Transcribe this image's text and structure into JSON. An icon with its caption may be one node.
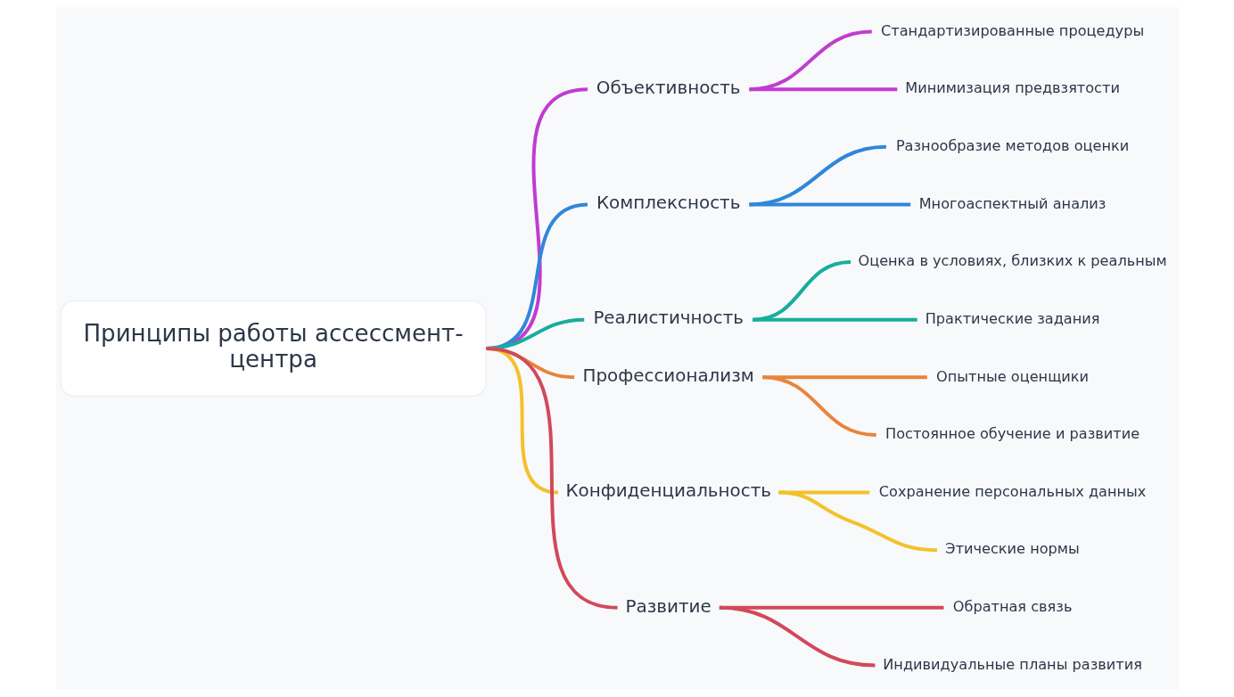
{
  "diagram": {
    "nodes": [
      {
        "text": [
          "Принципы работы ассессмент-центра"
        ]
      },
      {
        "text": [
          "Объективность"
        ]
      },
      {
        "text": [
          "Стандартизированные процедуры"
        ]
      },
      {
        "text": [
          "Минимизация предвзятости"
        ]
      },
      {
        "text": [
          "Комплексность"
        ]
      },
      {
        "text": [
          "Разнообразие методов оценки"
        ]
      },
      {
        "text": [
          "Многоаспектный анализ"
        ]
      },
      {
        "text": [
          "Реалистичность"
        ]
      },
      {
        "text": [
          "Оценка в условиях, близких к реальным"
        ]
      },
      {
        "text": [
          "Практические задания"
        ]
      },
      {
        "text": [
          "Профессионализм"
        ]
      },
      {
        "text": [
          "Опытные оценщики"
        ]
      },
      {
        "text": [
          "Постоянное обучение и развитие"
        ]
      },
      {
        "text": [
          "Конфиденциальность"
        ]
      },
      {
        "text": [
          "Сохранение персональных данных"
        ]
      },
      {
        "text": [
          "Этические нормы"
        ]
      },
      {
        "text": [
          "Развитие"
        ]
      },
      {
        "text": [
          "Обратная связь"
        ]
      },
      {
        "text": [
          "Индивидуальные планы развития"
        ]
      }
    ],
    "edges": [
      {
        "from": 0,
        "to": 1,
        "arrow": "none",
        "color": "#c13bd1"
      },
      {
        "from": 1,
        "to": 2,
        "arrow": "none",
        "color": "#c13bd1"
      },
      {
        "from": 1,
        "to": 3,
        "arrow": "none",
        "color": "#c13bd1"
      },
      {
        "from": 0,
        "to": 4,
        "arrow": "none",
        "color": "#2f87d9"
      },
      {
        "from": 4,
        "to": 5,
        "arrow": "none",
        "color": "#2f87d9"
      },
      {
        "from": 4,
        "to": 6,
        "arrow": "none",
        "color": "#2f87d9"
      },
      {
        "from": 0,
        "to": 7,
        "arrow": "none",
        "color": "#19ad9c"
      },
      {
        "from": 7,
        "to": 8,
        "arrow": "none",
        "color": "#19ad9c"
      },
      {
        "from": 7,
        "to": 9,
        "arrow": "none",
        "color": "#19ad9c"
      },
      {
        "from": 0,
        "to": 10,
        "arrow": "none",
        "color": "#e8843c"
      },
      {
        "from": 10,
        "to": 11,
        "arrow": "none",
        "color": "#e8843c"
      },
      {
        "from": 10,
        "to": 12,
        "arrow": "none",
        "color": "#e8843c"
      },
      {
        "from": 0,
        "to": 13,
        "arrow": "none",
        "color": "#f4c12a"
      },
      {
        "from": 13,
        "to": 14,
        "arrow": "none",
        "color": "#f4c12a"
      },
      {
        "from": 13,
        "to": 15,
        "arrow": "none",
        "color": "#f4c12a"
      },
      {
        "from": 0,
        "to": 16,
        "arrow": "none",
        "color": "#d1495b"
      },
      {
        "from": 16,
        "to": 17,
        "arrow": "none",
        "color": "#d1495b"
      },
      {
        "from": 16,
        "to": 18,
        "arrow": "none",
        "color": "#d1495b"
      }
    ]
  }
}
